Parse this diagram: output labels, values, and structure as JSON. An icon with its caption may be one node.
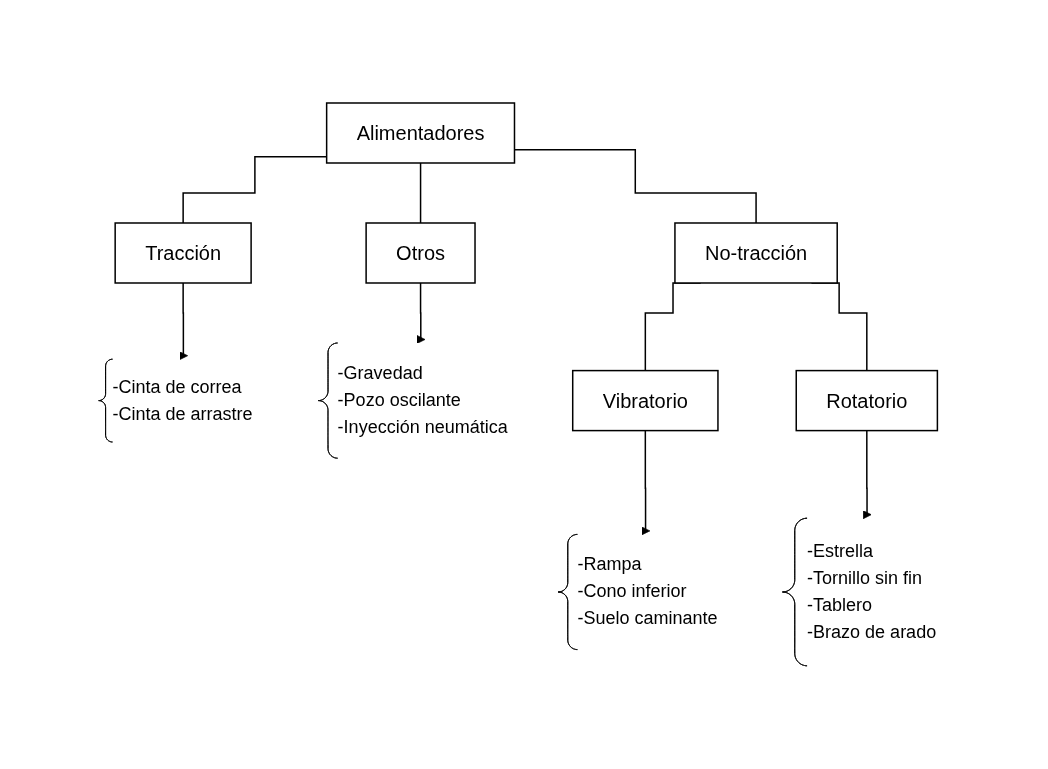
{
  "diagram": {
    "nodes": [
      {
        "text": [
          "Alimentadores"
        ]
      },
      {
        "text": [
          "Tracción"
        ]
      },
      {
        "text": [
          "No-tracción"
        ]
      },
      {
        "text": [
          "Otros"
        ]
      },
      {
        "text": [
          "-Cinta de correa",
          "-Cinta de arrastre"
        ]
      },
      {
        "text": [
          "-Gravedad",
          "-Pozo oscilante",
          "-Inyección neumática"
        ]
      },
      {
        "text": [
          "Vibratorio"
        ]
      },
      {
        "text": [
          "Rotatorio"
        ]
      },
      {
        "text": [
          "-Rampa",
          "-Cono inferior",
          "-Suelo caminante"
        ]
      },
      {
        "text": [
          "-Estrella",
          "-Tornillo sin fin",
          "-Tablero",
          "-Brazo de arado"
        ]
      }
    ],
    "edges": [
      {
        "from": 0,
        "to": 1,
        "arrow": "none"
      },
      {
        "from": 0,
        "to": 2,
        "arrow": "none"
      },
      {
        "from": 0,
        "to": 3,
        "arrow": "none"
      },
      {
        "from": 1,
        "to": 4,
        "arrow": "to"
      },
      {
        "from": 3,
        "to": 5,
        "arrow": "to"
      },
      {
        "from": 2,
        "to": 6,
        "arrow": "none"
      },
      {
        "from": 2,
        "to": 7,
        "arrow": "none"
      },
      {
        "from": 6,
        "to": 8,
        "arrow": "to"
      },
      {
        "from": 7,
        "to": 9,
        "arrow": "to"
      }
    ]
  }
}
